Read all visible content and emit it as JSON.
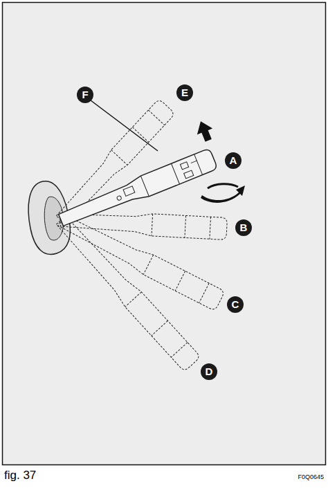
{
  "diagram": {
    "labels": [
      "F",
      "E",
      "A",
      "B",
      "C",
      "D",
      "fig. 37",
      "F0Q0645"
    ]
  }
}
